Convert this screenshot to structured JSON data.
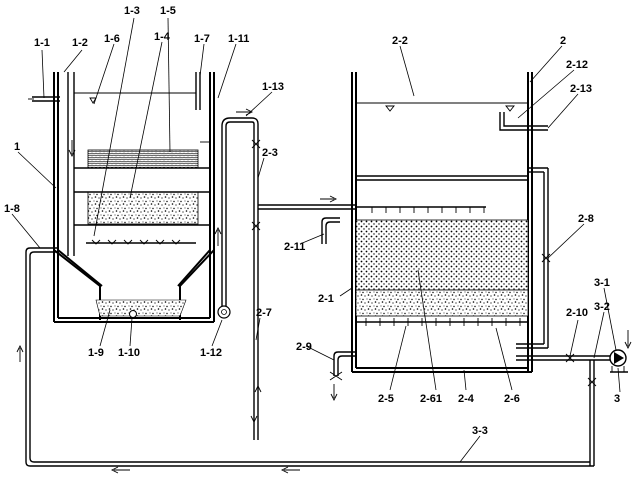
{
  "diagram": {
    "labels": {
      "1": "1",
      "1_1": "1-1",
      "1_2": "1-2",
      "1_3": "1-3",
      "1_4": "1-4",
      "1_5": "1-5",
      "1_6": "1-6",
      "1_7": "1-7",
      "1_8": "1-8",
      "1_9": "1-9",
      "1_10": "1-10",
      "1_11": "1-11",
      "1_12": "1-12",
      "1_13": "1-13",
      "2": "2",
      "2_1": "2-1",
      "2_2": "2-2",
      "2_3": "2-3",
      "2_4": "2-4",
      "2_5": "2-5",
      "2_6": "2-6",
      "2_61": "2-61",
      "2_7": "2-7",
      "2_8": "2-8",
      "2_9": "2-9",
      "2_10": "2-10",
      "2_11": "2-11",
      "2_12": "2-12",
      "2_13": "2-13",
      "3": "3",
      "3_1": "3-1",
      "3_2": "3-2",
      "3_3": "3-3"
    }
  }
}
